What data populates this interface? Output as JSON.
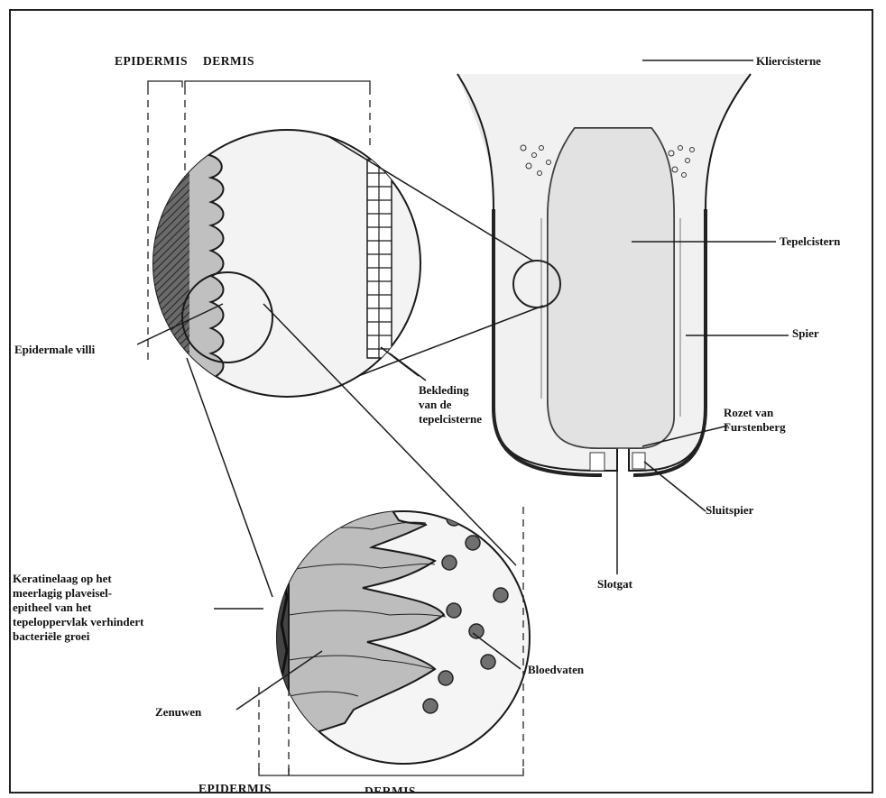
{
  "labels": {
    "epidermis_top": "EPIDERMIS",
    "dermis_top": "DERMIS",
    "kliercisterne": "Kliercisterne",
    "tepelcisterne": "Tepelcistern",
    "spier": "Spier",
    "epidermale_villi": "Epidermale villi",
    "bekleding": "Bekleding\nvan de\ntepelcisterne",
    "rozet": "Rozet van\nFurstenberg",
    "sluitspier": "Sluitspier",
    "slotgat": "Slotgat",
    "keratinelaag": "Keratinelaag op het\nmeerlagig plaveisel-\nepitheel van het\ntepeloppervlak verhindert\nbacteriële groei",
    "bloedvaten": "Bloedvaten",
    "zenuwen": "Zenuwen",
    "epidermis_bottom": "EPIDERMIS",
    "dermis_bottom": "DERMIS"
  },
  "colors": {
    "cistern_fill": "#e4e4e4",
    "wall_fill": "#f2f2f2",
    "dark_layer": "#3a3a3a",
    "dermis_fill": "#bdbdbd",
    "vessel_fill": "#6e6e6e",
    "line": "#1a1a1a"
  }
}
